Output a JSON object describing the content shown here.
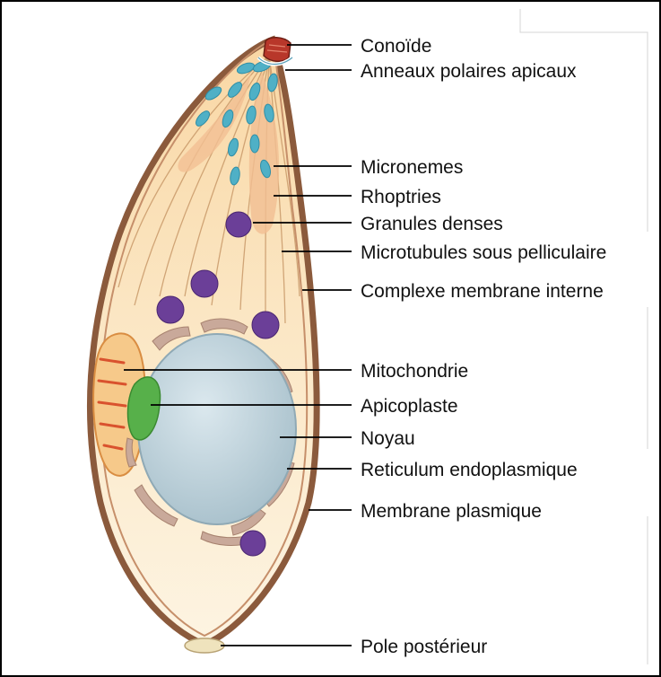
{
  "labels": {
    "conoide": "Conoïde",
    "anneaux": "Anneaux polaires apicaux",
    "micronemes": "Micronemes",
    "rhoptries": "Rhoptries",
    "granules": "Granules denses",
    "microtubules": "Microtubules sous pelliculaire",
    "complexe": "Complexe membrane interne",
    "mitochondrie": "Mitochondrie",
    "apicoplaste": "Apicoplaste",
    "noyau": "Noyau",
    "reticulum": "Reticulum endoplasmique",
    "membrane": "Membrane plasmique",
    "pole": "Pole postérieur"
  },
  "colors": {
    "pellicle": "#8b5a3c",
    "cytoplasm": "#fbe8c4",
    "apical_zone": "#fad9a6",
    "rhoptry": "#f4c49a",
    "microneme": "#4fb0c6",
    "dense_granule": "#6b3f98",
    "nucleus": "#b9cdd6",
    "er": "#c9a99a",
    "mitochondrion": "#f6c98a",
    "apicoplast": "#57b04a",
    "conoid": "#b8372a",
    "posterior_pole": "#efe3bd"
  }
}
